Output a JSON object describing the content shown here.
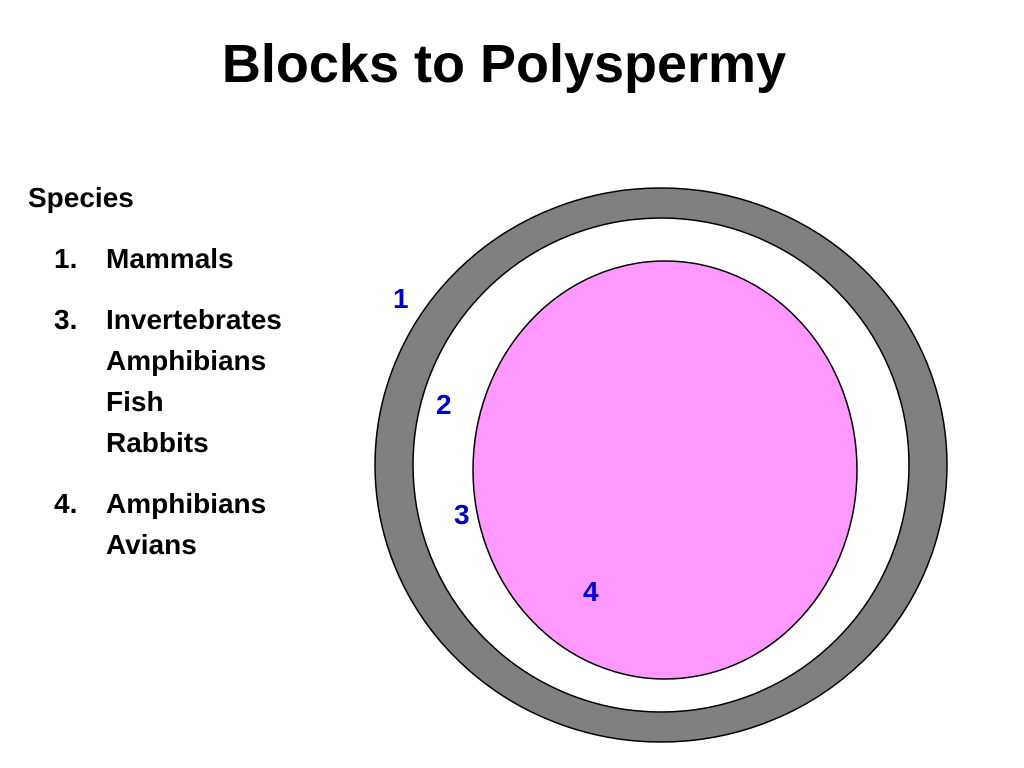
{
  "title": "Blocks to Polyspermy",
  "species": {
    "heading": "Species",
    "items": [
      {
        "number": "1.",
        "lines": [
          "Mammals"
        ]
      },
      {
        "number": "3.",
        "lines": [
          "Invertebrates",
          "Amphibians",
          "Fish",
          "Rabbits"
        ]
      },
      {
        "number": "4.",
        "lines": [
          "Amphibians",
          "Avians"
        ]
      }
    ]
  },
  "diagram": {
    "labels": [
      "1",
      "2",
      "3",
      "4"
    ],
    "colors": {
      "outer_layer": "#808080",
      "inner_space": "#ffffff",
      "egg": "#ff99ff",
      "label": "#0000cc"
    }
  }
}
